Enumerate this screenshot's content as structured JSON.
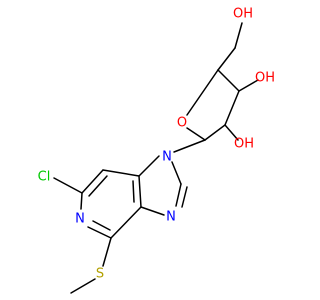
{
  "structure": {
    "colors": {
      "bond": "#000000",
      "oxygen": "#ff0000",
      "nitrogen": "#0000ff",
      "chlorine": "#00c800",
      "sulfur": "#b2a000"
    },
    "labels": {
      "oh_top": "OH",
      "oh_right_upper": "OH",
      "oh_right_lower": "OH",
      "ring_oxygen": "O",
      "chlorine": "Cl",
      "n_glycosidic": "N",
      "n_imidazole": "N",
      "n_pyridine": "N",
      "sulfur": "S"
    }
  }
}
